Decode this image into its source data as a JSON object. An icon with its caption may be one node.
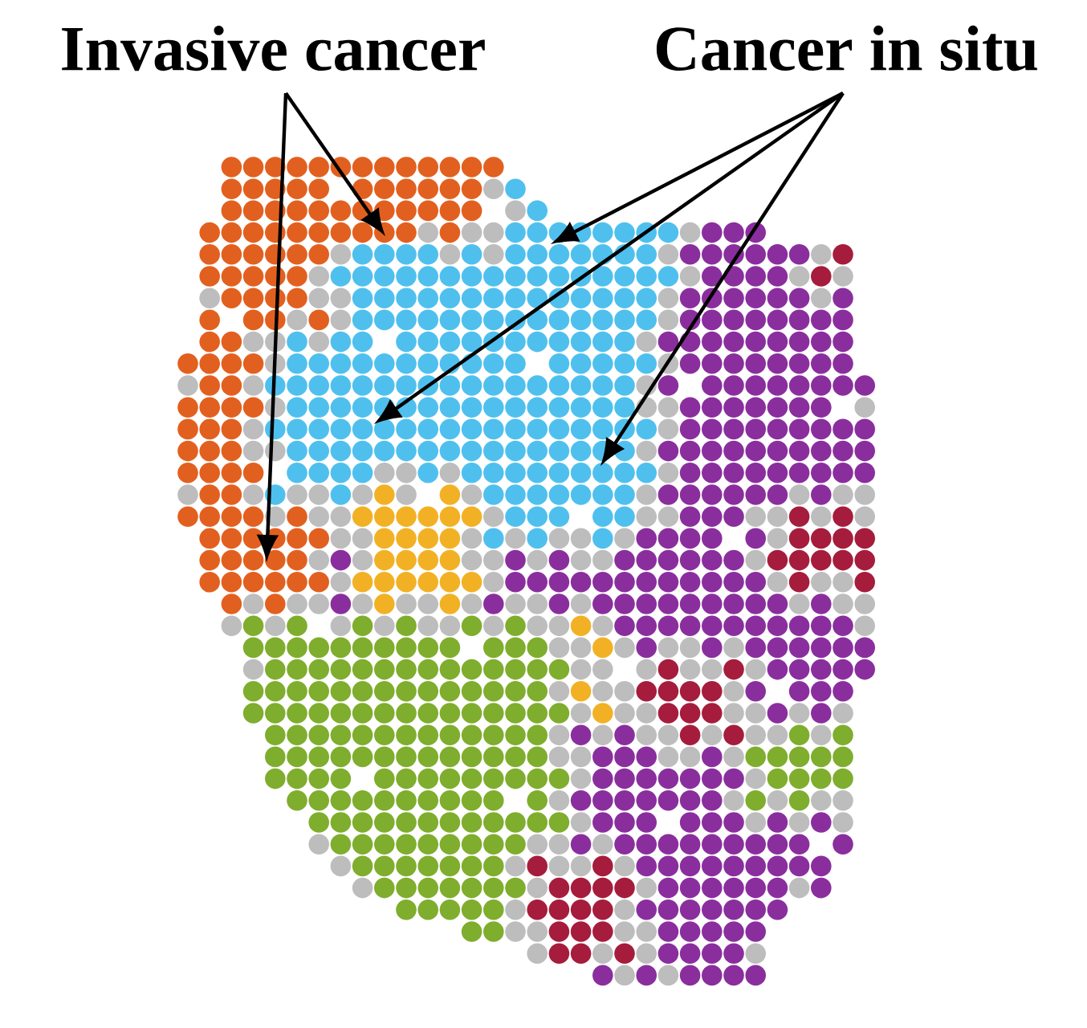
{
  "diagram": {
    "nodes": [
      {
        "text": [
          "Invasive cancer"
        ]
      },
      {
        "text": [
          "Cancer in situ"
        ]
      }
    ],
    "edges": [
      {
        "from": 0,
        "to": null,
        "arrow": "to"
      },
      {
        "from": 0,
        "to": null,
        "arrow": "to"
      },
      {
        "from": 1,
        "to": null,
        "arrow": "to"
      },
      {
        "from": 1,
        "to": null,
        "arrow": "to"
      },
      {
        "from": 1,
        "to": null,
        "arrow": "to"
      }
    ]
  }
}
